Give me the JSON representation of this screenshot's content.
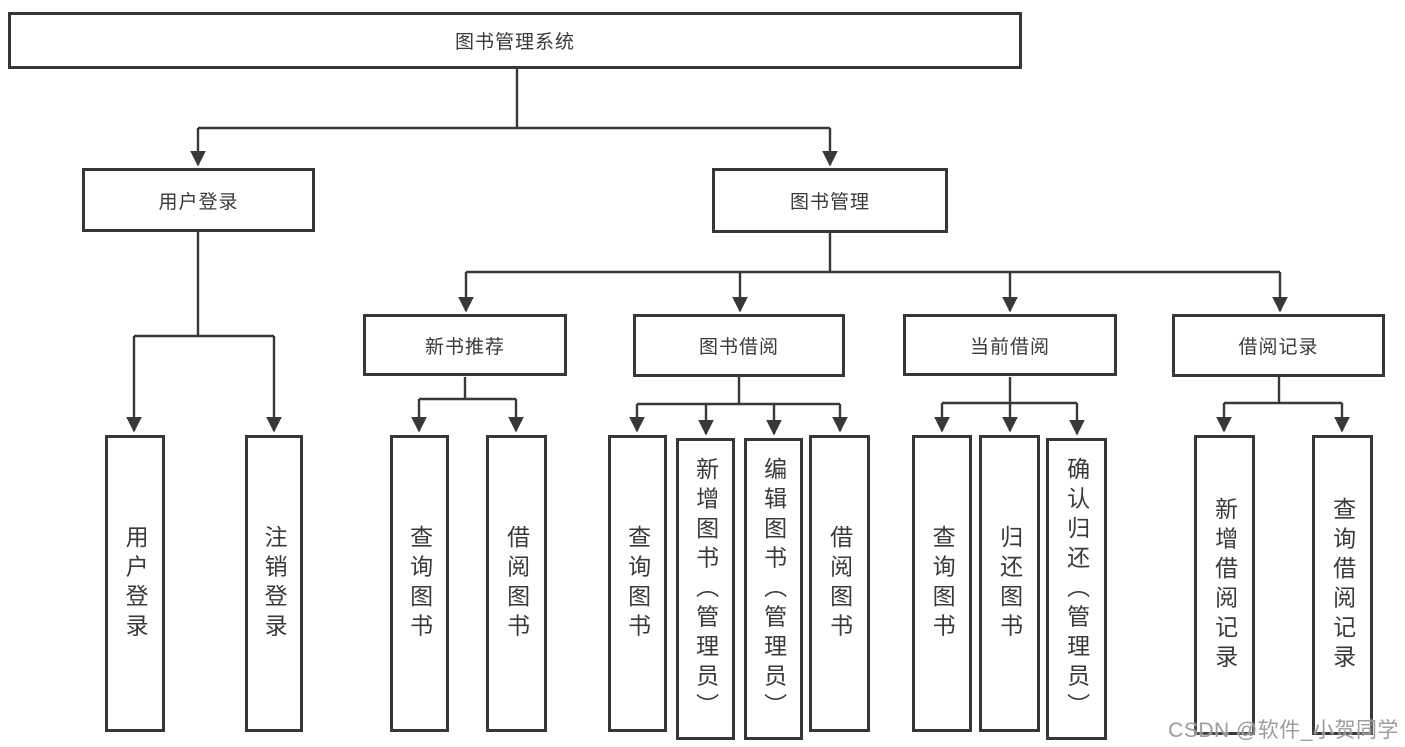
{
  "diagram": {
    "root": {
      "label": "图书管理系统"
    },
    "level2": [
      {
        "label": "用户登录"
      },
      {
        "label": "图书管理"
      }
    ],
    "level3": [
      {
        "label": "新书推荐"
      },
      {
        "label": "图书借阅"
      },
      {
        "label": "当前借阅"
      },
      {
        "label": "借阅记录"
      }
    ],
    "leaves": [
      {
        "label": "用户登录"
      },
      {
        "label": "注销登录"
      },
      {
        "label": "查询图书"
      },
      {
        "label": "借阅图书"
      },
      {
        "label": "查询图书"
      },
      {
        "label": "新增图书（管理员）"
      },
      {
        "label": "编辑图书（管理员）"
      },
      {
        "label": "借阅图书"
      },
      {
        "label": "查询图书"
      },
      {
        "label": "归还图书"
      },
      {
        "label": "确认归还（管理员）"
      },
      {
        "label": "新增借阅记录"
      },
      {
        "label": "查询借阅记录"
      }
    ]
  },
  "watermark": "CSDN @软件_小贺同学",
  "colors": {
    "line": "#383838",
    "border": "#373737",
    "text": "#3a3a3a",
    "watermark": "#949494"
  }
}
